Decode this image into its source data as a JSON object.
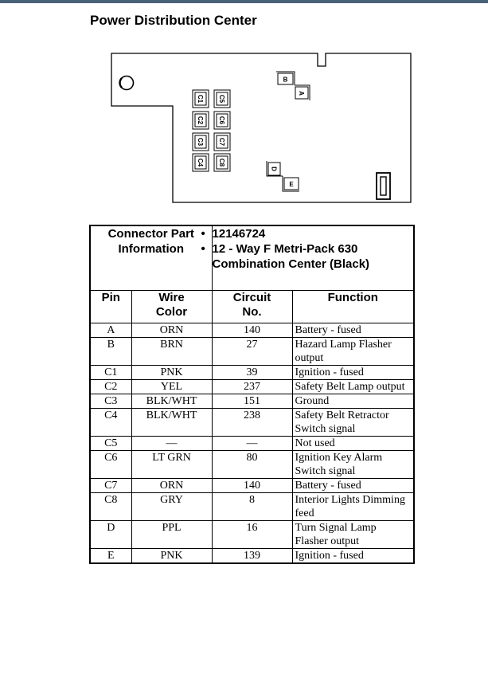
{
  "page": {
    "title": "Power Distribution Center"
  },
  "diagram": {
    "cavity_labels": {
      "B": "B",
      "A": "A",
      "D": "D",
      "E": "E",
      "C1": "C1",
      "C2": "C2",
      "C3": "C3",
      "C4": "C4",
      "C5": "C5",
      "C6": "C6",
      "C7": "C7",
      "C8": "C8"
    }
  },
  "connector": {
    "header_label": "Connector Part Information",
    "info_items": [
      "12146724",
      "12 - Way F Metri-Pack 630 Combination Center (Black)"
    ]
  },
  "table": {
    "columns": [
      "Pin",
      "Wire Color",
      "Circuit No.",
      "Function"
    ],
    "rows": [
      {
        "pin": "A",
        "wire": "ORN",
        "circuit": "140",
        "function": "Battery - fused"
      },
      {
        "pin": "B",
        "wire": "BRN",
        "circuit": "27",
        "function": "Hazard Lamp Flasher output"
      },
      {
        "pin": "C1",
        "wire": "PNK",
        "circuit": "39",
        "function": "Ignition - fused"
      },
      {
        "pin": "C2",
        "wire": "YEL",
        "circuit": "237",
        "function": "Safety Belt Lamp output"
      },
      {
        "pin": "C3",
        "wire": "BLK/WHT",
        "circuit": "151",
        "function": "Ground"
      },
      {
        "pin": "C4",
        "wire": "BLK/WHT",
        "circuit": "238",
        "function": "Safety Belt Retractor Switch signal"
      },
      {
        "pin": "C5",
        "wire": "—",
        "circuit": "—",
        "function": "Not used"
      },
      {
        "pin": "C6",
        "wire": "LT GRN",
        "circuit": "80",
        "function": "Ignition Key Alarm Switch signal"
      },
      {
        "pin": "C7",
        "wire": "ORN",
        "circuit": "140",
        "function": "Battery - fused"
      },
      {
        "pin": "C8",
        "wire": "GRY",
        "circuit": "8",
        "function": "Interior Lights Dimming feed"
      },
      {
        "pin": "D",
        "wire": "PPL",
        "circuit": "16",
        "function": "Turn Signal Lamp Flasher output"
      },
      {
        "pin": "E",
        "wire": "PNK",
        "circuit": "139",
        "function": "Ignition - fused"
      }
    ]
  }
}
